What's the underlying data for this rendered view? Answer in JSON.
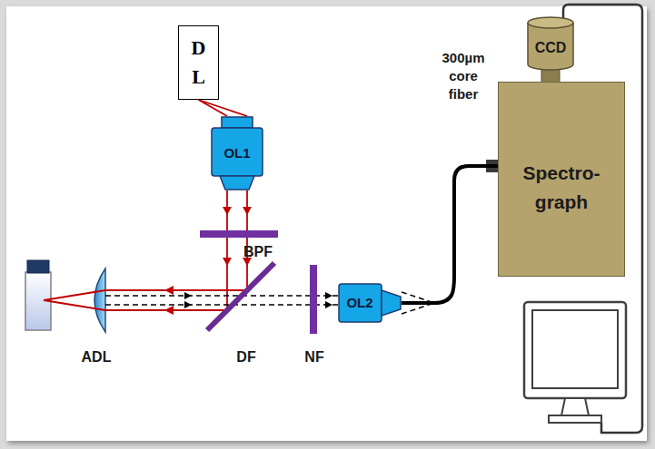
{
  "diagram": {
    "nodes": [
      {
        "text": [
          "D L"
        ]
      },
      {
        "text": [
          "OL1"
        ]
      },
      {
        "text": [
          "OL2"
        ]
      },
      {
        "text": [
          "CCD"
        ]
      },
      {
        "text": [
          "Spectro- graph"
        ]
      }
    ],
    "edges": [
      {
        "from": 0,
        "to": 1,
        "arrow": "none"
      },
      {
        "from": 2,
        "to": 4,
        "arrow": "none"
      }
    ],
    "labels": [
      "BPF",
      "DF",
      "ADL",
      "NF",
      "300µm core fiber"
    ]
  }
}
